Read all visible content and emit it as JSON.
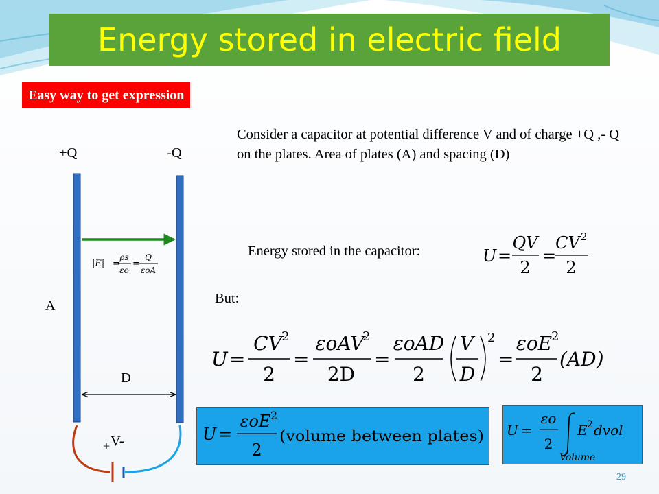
{
  "slide": {
    "title": "Energy stored in electric field",
    "subtitle": "Easy way to get expression",
    "description": "Consider a capacitor at potential difference V and of charge +Q ,- Q on the plates. Area of plates (A) and spacing (D)",
    "energy_label": "Energy stored in the capacitor:",
    "but_label": "But:",
    "page_number": "29"
  },
  "diagram": {
    "plus_q": "+Q",
    "minus_q": "-Q",
    "area_label": "A",
    "spacing_label": "D",
    "plus_sign": "+",
    "voltage_label": "V-",
    "field_eq": {
      "lhs": "|E|",
      "eq1": "=",
      "f1_num": "ρs",
      "f1_den": "εo",
      "eq2": "=",
      "f2_num": "Q",
      "f2_den": "εoA"
    }
  },
  "equations": {
    "cap_energy": {
      "u": "U",
      "eq": "=",
      "num1": "QV",
      "den1": "2",
      "eq2": "=",
      "num2": "CV",
      "exp2": "2",
      "den2": "2"
    },
    "chain": {
      "u": "U",
      "eq1": "=",
      "f1_num": "CV",
      "f1_exp": "2",
      "f1_den": "2",
      "eq2": "=",
      "f2_num": "εoAV",
      "f2_exp": "2",
      "f2_den": "2D",
      "eq3": "=",
      "f3_num": "εoAD",
      "f3_den": "2",
      "paren_num": "V",
      "paren_den": "D",
      "paren_exp": "2",
      "eq4": "=",
      "f4_num": "εoE",
      "f4_exp": "2",
      "f4_den": "2",
      "tail": "(AD)"
    },
    "volume_box": {
      "u": "U",
      "eq": "=",
      "num": "εoE",
      "exp": "2",
      "den": "2",
      "text": "(volume between plates)"
    },
    "integral_box": {
      "u": "U",
      "eq": "=",
      "num": "εo",
      "den": "2",
      "integrand": "E",
      "exp": "2",
      "dvol": "dvol",
      "limit": "Volume"
    }
  },
  "colors": {
    "title_bg": "#5aa33a",
    "title_text": "#ffff00",
    "subtitle_bg": "#ff0000",
    "plate": "#2e6fc4",
    "field_arrow": "#1e8a1e",
    "box_bg": "#1aa3e8",
    "wire_left": "#c03a10",
    "wire_right": "#1aa3e8"
  }
}
